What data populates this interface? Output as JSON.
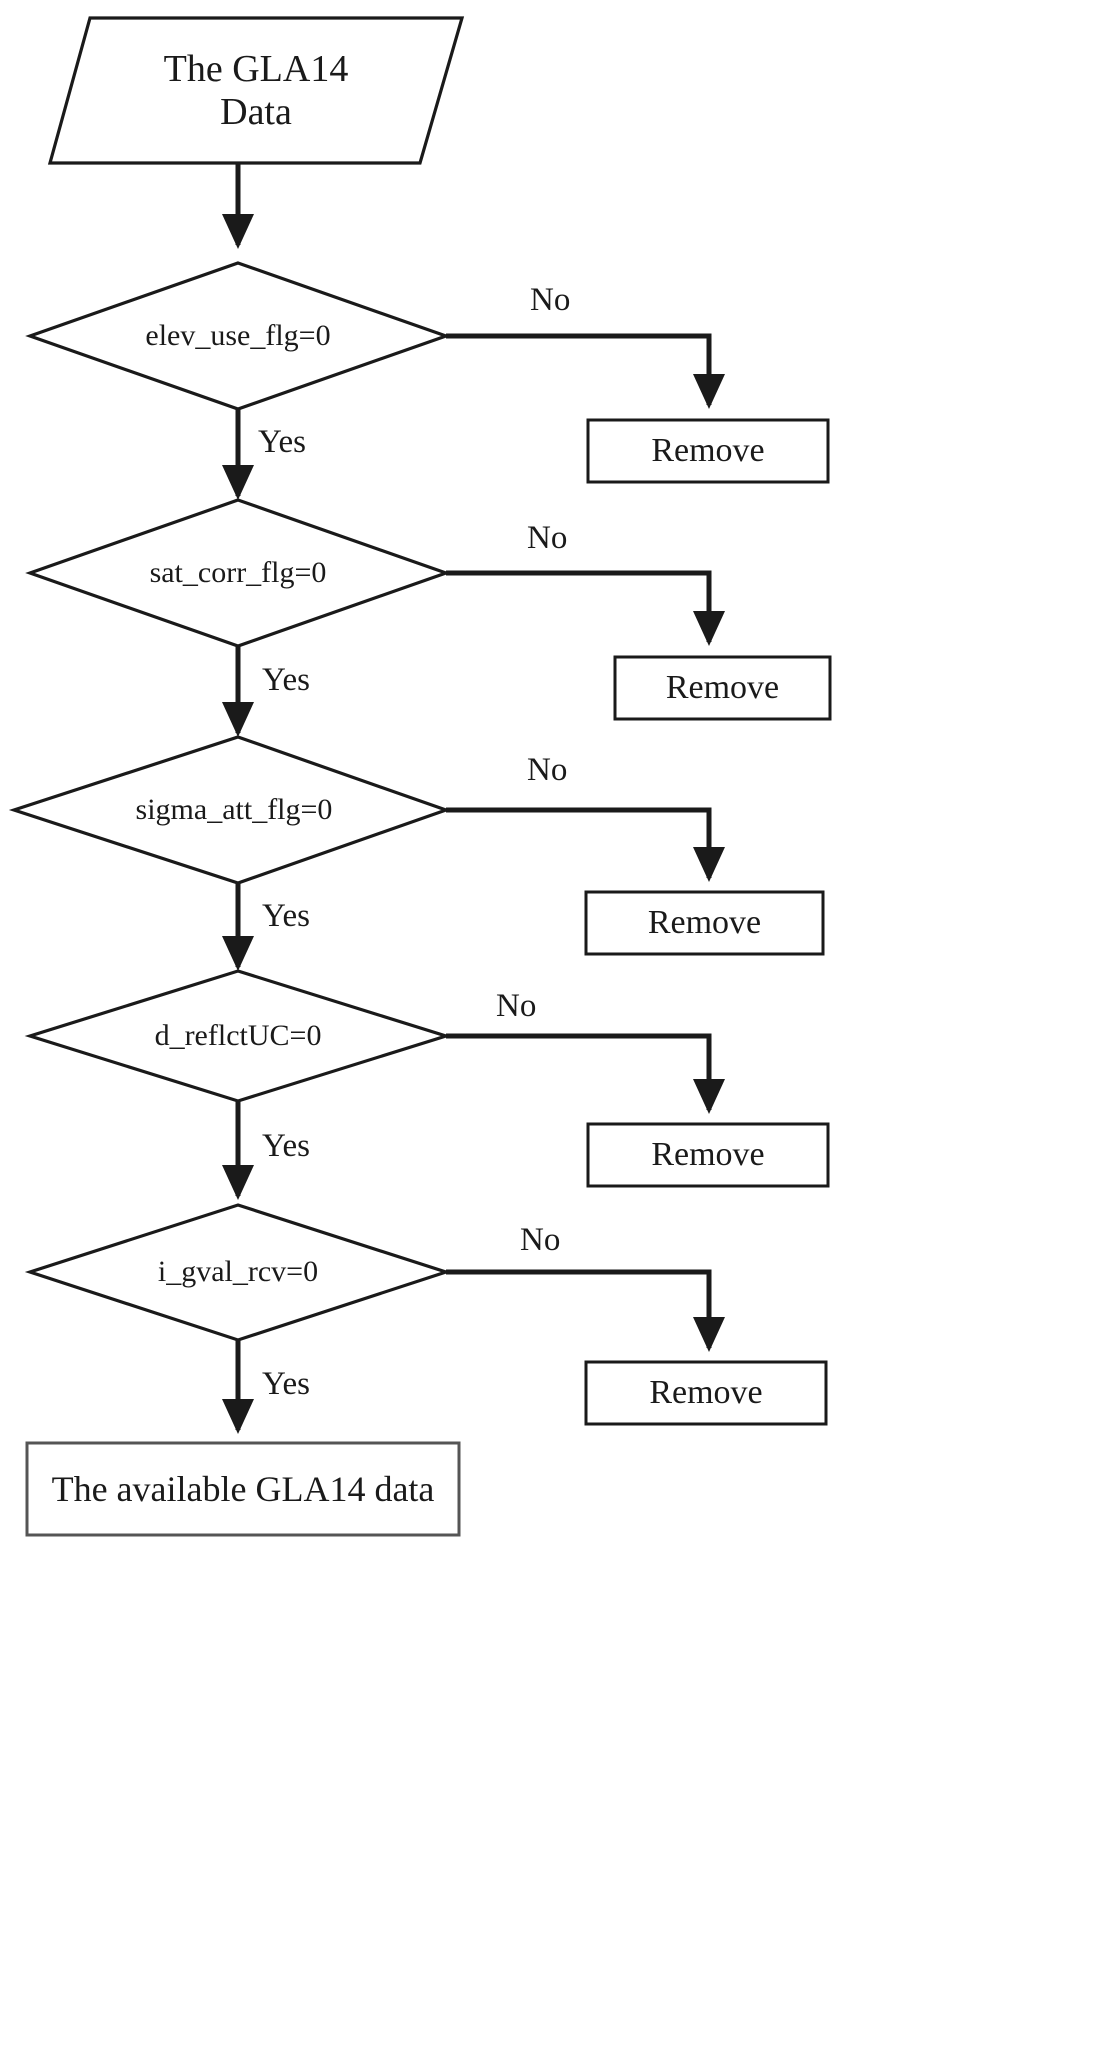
{
  "diagram": {
    "type": "flowchart",
    "title": "GLA14 data quality filtering flowchart",
    "stroke_color": "#1a1a1a",
    "fill_color": "#ffffff",
    "text_color": "#1a1a1a"
  },
  "start": {
    "shape": "parallelogram",
    "line1": "The GLA14",
    "line2": "Data"
  },
  "decisions": [
    {
      "label": "elev_use_flg=0",
      "yes_label": "Yes",
      "no_label": "No"
    },
    {
      "label": "sat_corr_flg=0",
      "yes_label": "Yes",
      "no_label": "No"
    },
    {
      "label": "sigma_att_flg=0",
      "yes_label": "Yes",
      "no_label": "No"
    },
    {
      "label": "d_reflctUC=0",
      "yes_label": "Yes",
      "no_label": "No"
    },
    {
      "label": "i_gval_rcv=0",
      "yes_label": "Yes",
      "no_label": "No"
    }
  ],
  "remove_boxes": [
    {
      "label": "Remove"
    },
    {
      "label": "Remove"
    },
    {
      "label": "Remove"
    },
    {
      "label": "Remove"
    },
    {
      "label": "Remove"
    }
  ],
  "final": {
    "shape": "rectangle",
    "label": "The available GLA14 data"
  }
}
